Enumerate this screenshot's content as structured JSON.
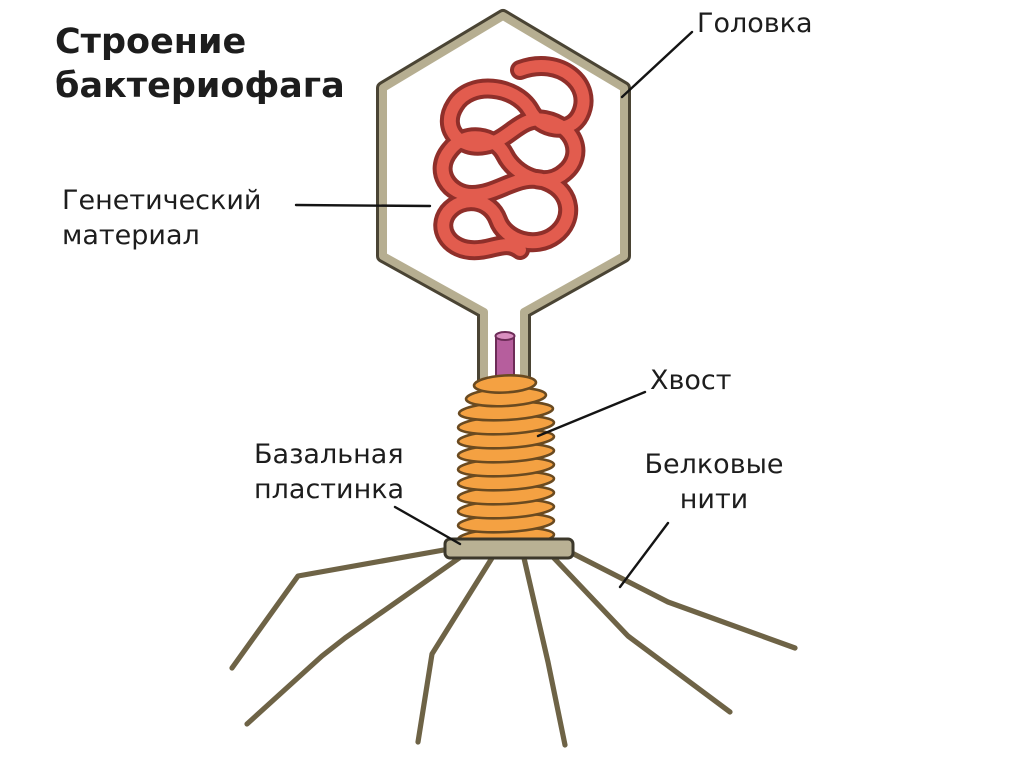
{
  "title": "Строение\nбактериофага",
  "labels": {
    "head": "Головка",
    "genetic_material": "Генетический\nматериал",
    "tail": "Хвост",
    "basal_plate": "Базальная\nпластинка",
    "protein_fibers": "Белковые\nнити"
  },
  "diagram": {
    "subject": "bacteriophage structure",
    "parts": [
      "head (capsid)",
      "genetic material",
      "collar",
      "tail sheath",
      "basal plate",
      "protein tail fibers"
    ],
    "colors": {
      "capsid_outline_tan": "#b6ae91",
      "capsid_outline_dark": "#4a4434",
      "genetic_material_red": "#e25c4e",
      "tail_orange": "#f4a142",
      "basal_plate": "#b9b194",
      "fibers_brown": "#6e6346",
      "collar_pink": "#b65e9d",
      "text_ink": "#1d1d1d",
      "background": "#ffffff"
    }
  }
}
